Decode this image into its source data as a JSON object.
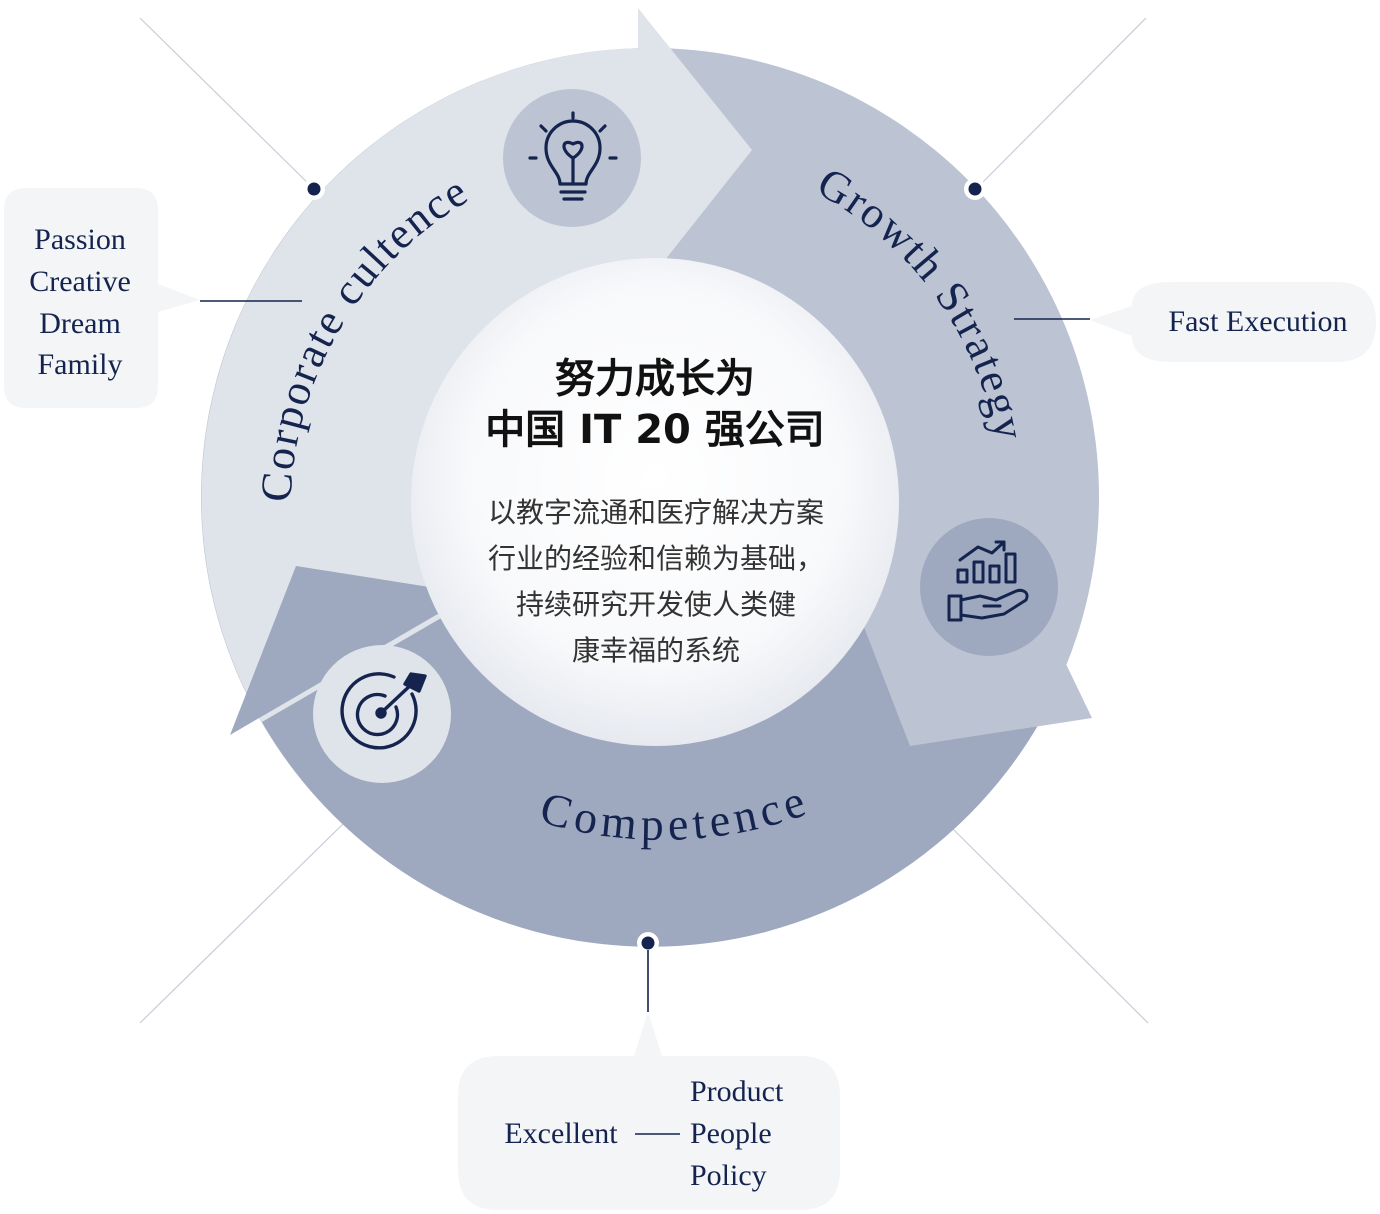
{
  "center": {
    "title_line1": "努力成长为",
    "title_line2": "中国 IT 20 强公司",
    "body_lines": [
      "以教字流通和医疗解决方案",
      "行业的经验和信赖为基础，",
      "持续研究开发使人类健",
      "康幸福的系统"
    ]
  },
  "segments": {
    "corporate": {
      "label": "Corporate cultence",
      "icon": "lightbulb-icon"
    },
    "growth": {
      "label": "Growth Strategy",
      "icon": "growth-chart-hand-icon"
    },
    "competence": {
      "label": "Competence",
      "icon": "target-arrow-icon"
    }
  },
  "callouts": {
    "left": {
      "lines": [
        "Passion",
        "Creative",
        "Dream",
        "Family"
      ]
    },
    "right": {
      "text": "Fast Execution"
    },
    "bottom": {
      "main": "Excellent",
      "items": [
        "Product",
        "People",
        "Policy"
      ]
    }
  },
  "colors": {
    "navy": "#14244f",
    "ring_light": "#dfe3ea",
    "ring_mid": "#bcc3d3",
    "ring_dark": "#9ea9bf"
  }
}
